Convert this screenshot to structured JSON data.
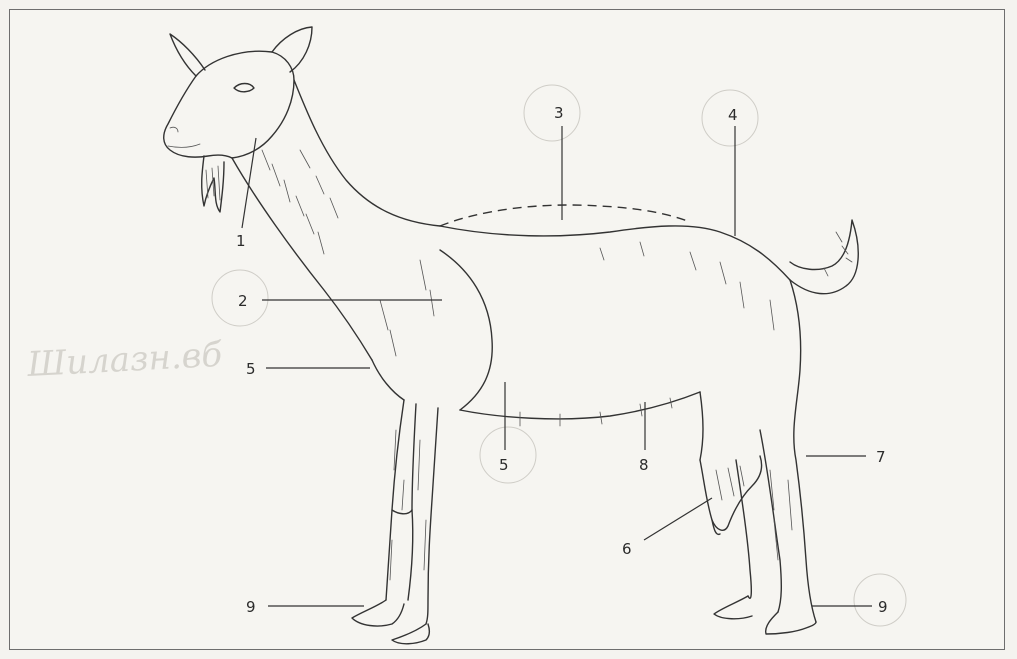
{
  "diagram": {
    "labels": {
      "l1": "1",
      "l2": "2",
      "l3": "3",
      "l4": "4",
      "l5a": "5",
      "l5b": "5",
      "l6": "6",
      "l7": "7",
      "l8": "8",
      "l9a": "9",
      "l9b": "9"
    },
    "handwritten_note": "Шилазн.вб"
  }
}
